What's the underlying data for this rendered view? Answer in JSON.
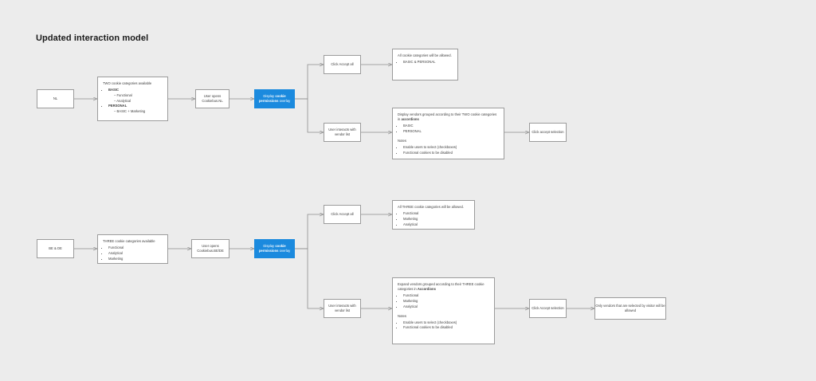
{
  "page": {
    "title": "Updated interaction model",
    "background": "#ececec",
    "accent": "#1b8ade",
    "node_border": "#9b9b9b",
    "node_fill": "#ffffff",
    "edge_color": "#8d8d8d"
  },
  "diagram": {
    "type": "flowchart",
    "flows": [
      {
        "id": "flow-nl",
        "nodes": {
          "start": "NL",
          "categories_title": "TWO cookie categories available",
          "categories": [
            {
              "label": "BASIC",
              "bold": true,
              "children": [
                "Functional",
                "Analytical"
              ]
            },
            {
              "label": "PERSONAL",
              "bold": true,
              "children": [
                "BASIC + Marketing"
              ]
            }
          ],
          "user_opens": "User opens Cookiebus.NL",
          "overlay_pre": "Display ",
          "overlay_bold": "cookie permissions",
          "overlay_post": " overlay",
          "accept_all": "Click Accept all",
          "accept_all_result_title": "All cookie categories will be allowed.",
          "accept_all_result_items": [
            "BASIC & PERSONAL"
          ],
          "vendor_interact": "User interacts with vendor list",
          "vendor_title_pre": "Display vendors grouped according to their TWO cookie categories in ",
          "vendor_title_bold": "accordions",
          "vendor_items": [
            "BASIC",
            "PERSONAL"
          ],
          "notes_label": "Notes",
          "notes": [
            "Enable users to select (checkboxes)",
            "Functional cookies to be disabled"
          ],
          "accept_selection": "Click accept selection"
        }
      },
      {
        "id": "flow-bede",
        "nodes": {
          "start": "BE & DE",
          "categories_title": "THREE cookie categories available",
          "categories": [
            {
              "label": "Functional",
              "bold": false,
              "children": []
            },
            {
              "label": "Analytical",
              "bold": false,
              "children": []
            },
            {
              "label": "Marketing",
              "bold": false,
              "children": []
            }
          ],
          "user_opens": "User opens Cookiebus.BE/DE",
          "overlay_pre": "Display ",
          "overlay_bold": "cookie permissions",
          "overlay_post": " overlay",
          "accept_all": "Click Accept all",
          "accept_all_result_title": "All THREE cookie categories will be allowed.",
          "accept_all_result_items": [
            "Functional",
            "Marketing",
            "Analytical"
          ],
          "vendor_interact": "User interacts with vendor list",
          "vendor_title_pre": "Expand vendors grouped according to their THREE cookie categories in ",
          "vendor_title_bold": "Accordions",
          "vendor_items": [
            "Functional",
            "Marketing",
            "Analytical"
          ],
          "notes_label": "Notes",
          "notes": [
            "Enable users to select (checkboxes)",
            "Functional cookies to be disabled"
          ],
          "accept_selection": "Click Accept selection",
          "final_result": "Only vendors that are selected by visitor will be allowed"
        }
      }
    ]
  }
}
